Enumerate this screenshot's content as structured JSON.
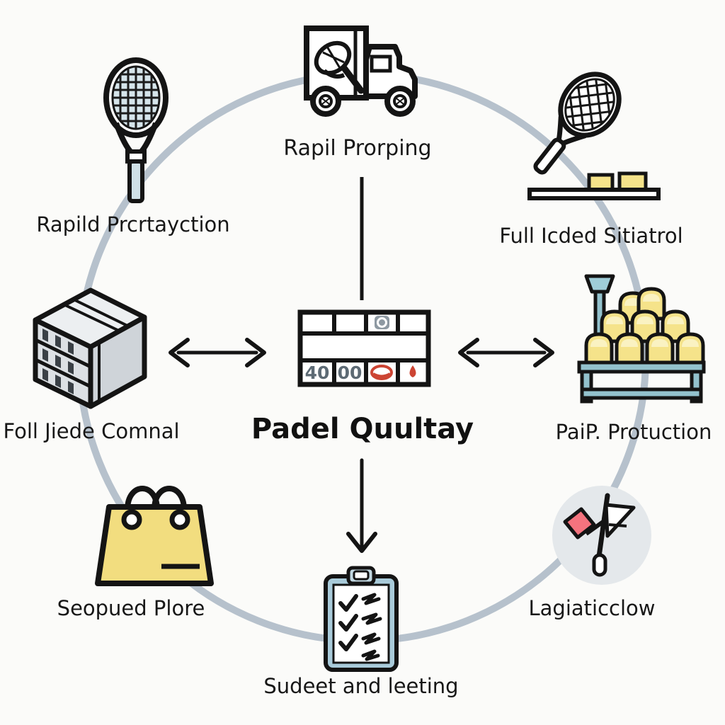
{
  "diagram": {
    "type": "cycle-infographic",
    "ring_color": "#b6c1cc",
    "background": "#fbfbf9"
  },
  "center": {
    "title": "Padel Quultay",
    "icon": "scoreboard-icon",
    "scoreboard": {
      "cells": [
        "40",
        "00"
      ],
      "symbols": [
        "brand-glyph",
        "ball-glyph",
        "marker-glyph"
      ]
    }
  },
  "nodes": {
    "top": {
      "label": "Rapil Prorping",
      "icon": "delivery-truck-icon"
    },
    "top_left": {
      "label": "Rapild Prcrtayction",
      "icon": "tennis-racket-icon"
    },
    "top_right": {
      "label": "Full Icded Sitiatrol",
      "icon": "racket-shelf-icon"
    },
    "left": {
      "label": "Foll Jiede Comnal",
      "icon": "crate-icon"
    },
    "right": {
      "label": "PaiP. Protuction",
      "icon": "jar-cart-icon"
    },
    "bottom_left": {
      "label": "Seopued Plore",
      "icon": "shopping-bag-icon"
    },
    "bottom": {
      "label": "Sudeet and leeting",
      "icon": "clipboard-checklist-icon"
    },
    "bottom_right": {
      "label": "Lagiaticclow",
      "icon": "flag-icon"
    }
  },
  "colors": {
    "ring": "#b6c1cc",
    "outline": "#141414",
    "accent_yellow": "#f5e38a",
    "teal": "#93c2cd",
    "string_blue": "#d6e5eb",
    "red": "#cc4433",
    "flag_pink": "#f4737e",
    "crate_gray": "#dce0e4",
    "score_gray": "#5d6a74",
    "flag_circle_bg": "#e4e8eb"
  }
}
